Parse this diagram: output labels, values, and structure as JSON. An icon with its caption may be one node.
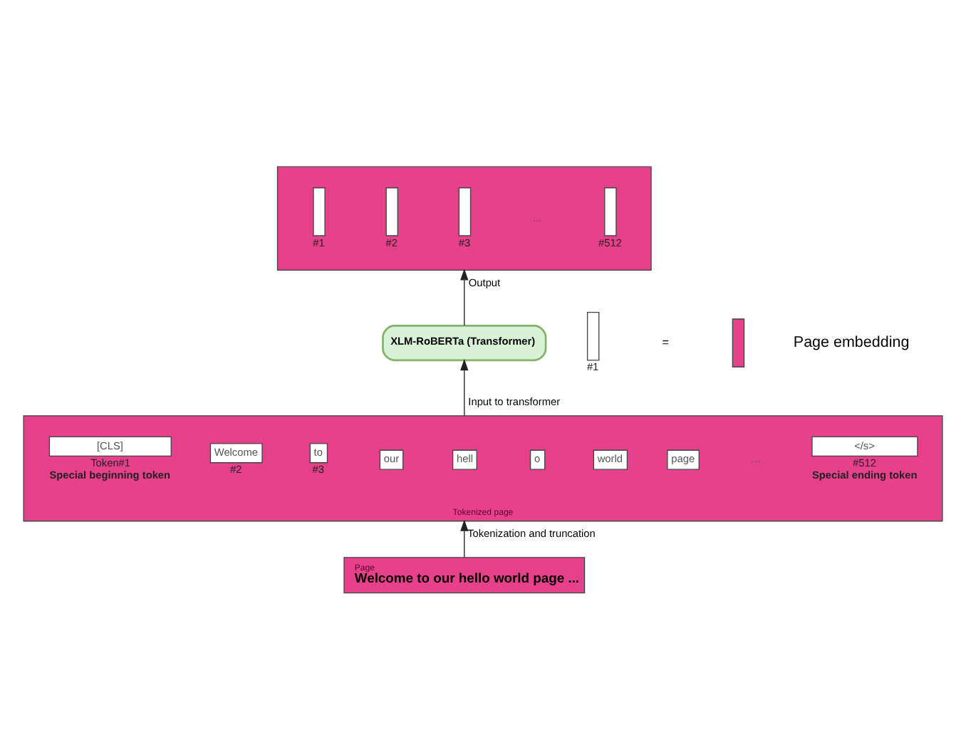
{
  "diagram": {
    "nodes": [
      {
        "text": [],
        "shape": "box"
      },
      {
        "text": [],
        "shape": "bar",
        "in": 0,
        "beside": [
          "#1"
        ]
      },
      {
        "text": [],
        "shape": "bar",
        "in": 0,
        "beside": [
          "#2"
        ]
      },
      {
        "text": [],
        "shape": "bar",
        "in": 0,
        "beside": [
          "#3"
        ]
      },
      {
        "text": [],
        "shape": "bar",
        "in": 0,
        "beside": [
          "#512"
        ]
      },
      {
        "text": [
          "XLM-RoBERTa (Transformer)"
        ]
      },
      {
        "text": [
          "Tokenized page"
        ]
      },
      {
        "text": [
          "[CLS]"
        ],
        "in": 6,
        "beside": [
          "Token#1",
          "Special beginning token"
        ]
      },
      {
        "text": [
          "Welcome"
        ],
        "in": 6,
        "beside": [
          "#2"
        ]
      },
      {
        "text": [
          "to"
        ],
        "in": 6,
        "beside": [
          "#3"
        ]
      },
      {
        "text": [
          "our"
        ],
        "in": 6
      },
      {
        "text": [
          "hell"
        ],
        "in": 6
      },
      {
        "text": [
          "o"
        ],
        "in": 6
      },
      {
        "text": [
          "world"
        ],
        "in": 6
      },
      {
        "text": [
          "page"
        ],
        "in": 6
      },
      {
        "text": [
          "</s>"
        ],
        "in": 6,
        "beside": [
          "#512",
          "Special ending token"
        ]
      },
      {
        "text": [
          "Page",
          "Welcome to our hello world page ..."
        ]
      },
      {
        "text": [],
        "shape": "bar",
        "beside": [
          "#1"
        ]
      },
      {
        "text": [],
        "shape": "bar"
      }
    ],
    "edges": [
      {
        "from": 16,
        "to": 6,
        "arrow": "to",
        "label": "Tokenization and truncation"
      },
      {
        "from": 6,
        "to": 5,
        "arrow": "to",
        "label": "Input to transformer"
      },
      {
        "from": 5,
        "to": 0,
        "arrow": "to",
        "label": "Output"
      }
    ],
    "labels": [
      "...",
      "=",
      "Page embedding",
      "…"
    ]
  }
}
